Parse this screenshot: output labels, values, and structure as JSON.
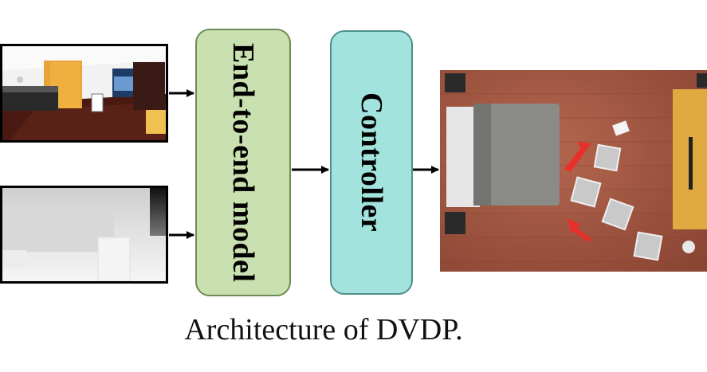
{
  "blocks": {
    "model_label": "End-to-end model",
    "controller_label": "Controller"
  },
  "inputs": [
    {
      "kind": "rgb-image"
    },
    {
      "kind": "depth-image"
    }
  ],
  "output": {
    "kind": "top-down-scene-image"
  },
  "caption": "Architecture of DVDP.",
  "colors": {
    "model_fill": "#c9e1b0",
    "controller_fill": "#a3e3de",
    "arrow": "#000000",
    "marker": "#e8302a"
  }
}
